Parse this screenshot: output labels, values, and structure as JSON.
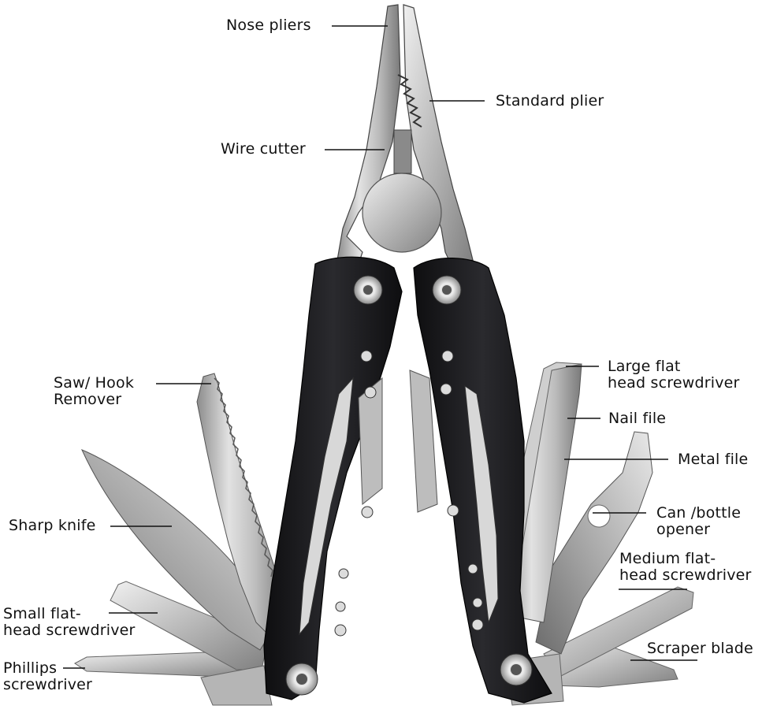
{
  "colors": {
    "background": "#ffffff",
    "handle_black": "#1a1a1c",
    "steel_light": "#d4d4d4",
    "steel_mid": "#a8a8a8",
    "steel_dark": "#6a6a6a",
    "label_text": "#111111"
  },
  "labels": {
    "nose_pliers": [
      "Nose pliers"
    ],
    "standard_plier": [
      "Standard plier"
    ],
    "wire_cutter": [
      "Wire cutter"
    ],
    "saw_hook": [
      "Saw/ Hook",
      "Remover"
    ],
    "sharp_knife": [
      "Sharp knife"
    ],
    "small_flat": [
      "Small flat-",
      "head screwdriver"
    ],
    "phillips": [
      "Phillips",
      "screwdriver"
    ],
    "large_flat": [
      "Large  flat",
      "head screwdriver"
    ],
    "nail_file": [
      "Nail file"
    ],
    "metal_file": [
      "Metal file"
    ],
    "can_opener": [
      "Can /bottle",
      "opener"
    ],
    "medium_flat": [
      "Medium flat-",
      "head screwdriver"
    ],
    "scraper": [
      "Scraper blade"
    ]
  }
}
